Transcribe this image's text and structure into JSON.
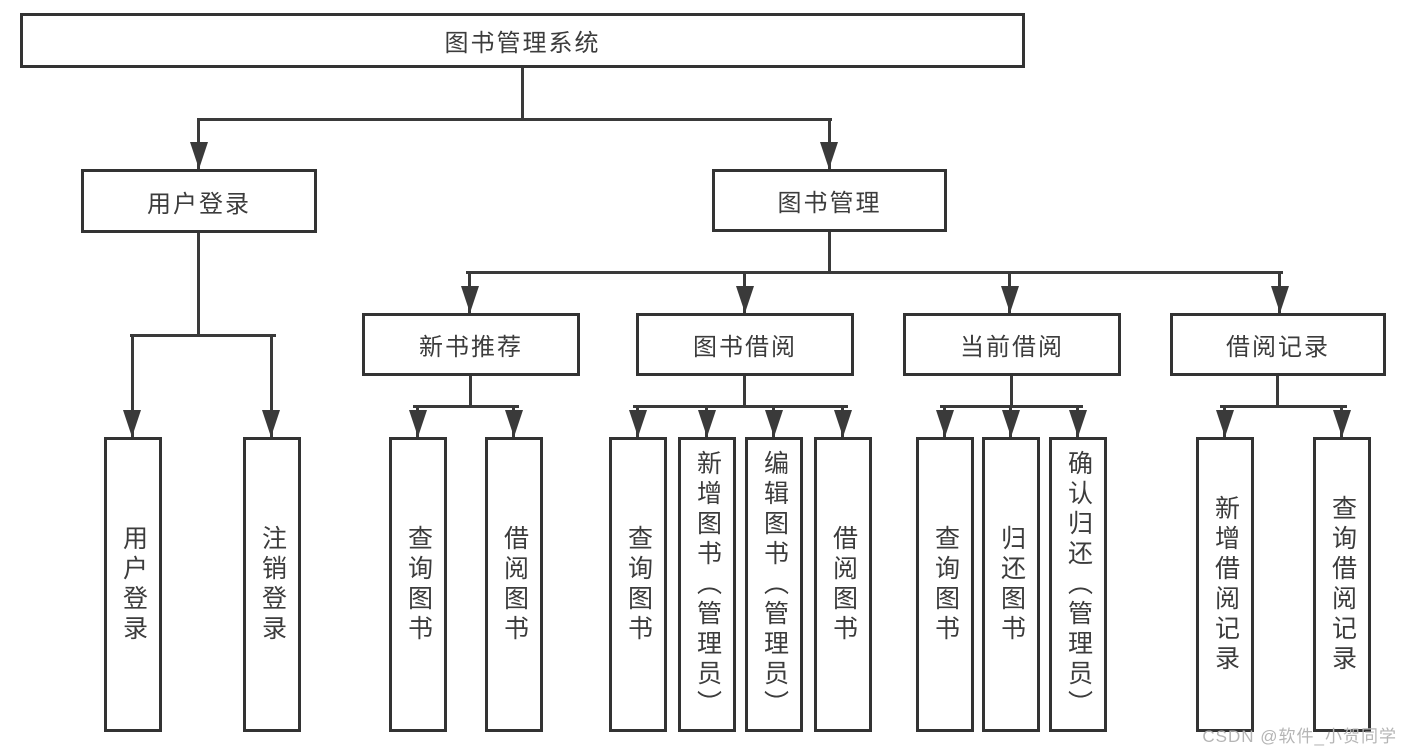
{
  "diagram_title": "图书管理系统",
  "nodes": {
    "root": "图书管理系统",
    "user_login": "用户登录",
    "book_mgmt": "图书管理",
    "new_book_rec": "新书推荐",
    "book_borrow": "图书借阅",
    "current_borrow": "当前借阅",
    "borrow_record": "借阅记录",
    "ul_login": "用户登录",
    "ul_logout": "注销登录",
    "nb_query": "查询图书",
    "nb_borrow": "借阅图书",
    "bb_query": "查询图书",
    "bb_add": "新增图书（管理员）",
    "bb_edit": "编辑图书（管理员）",
    "bb_borrow": "借阅图书",
    "cb_query": "查询图书",
    "cb_return": "归还图书",
    "cb_confirm": "确认归还（管理员）",
    "br_add": "新增借阅记录",
    "br_query": "查询借阅记录"
  },
  "watermark": "CSDN @软件_小贺同学",
  "colors": {
    "line": "#3a3a3a",
    "border": "#333333",
    "text": "#3c3c3c",
    "watermark": "#b5b5b5",
    "background": "#ffffff"
  }
}
